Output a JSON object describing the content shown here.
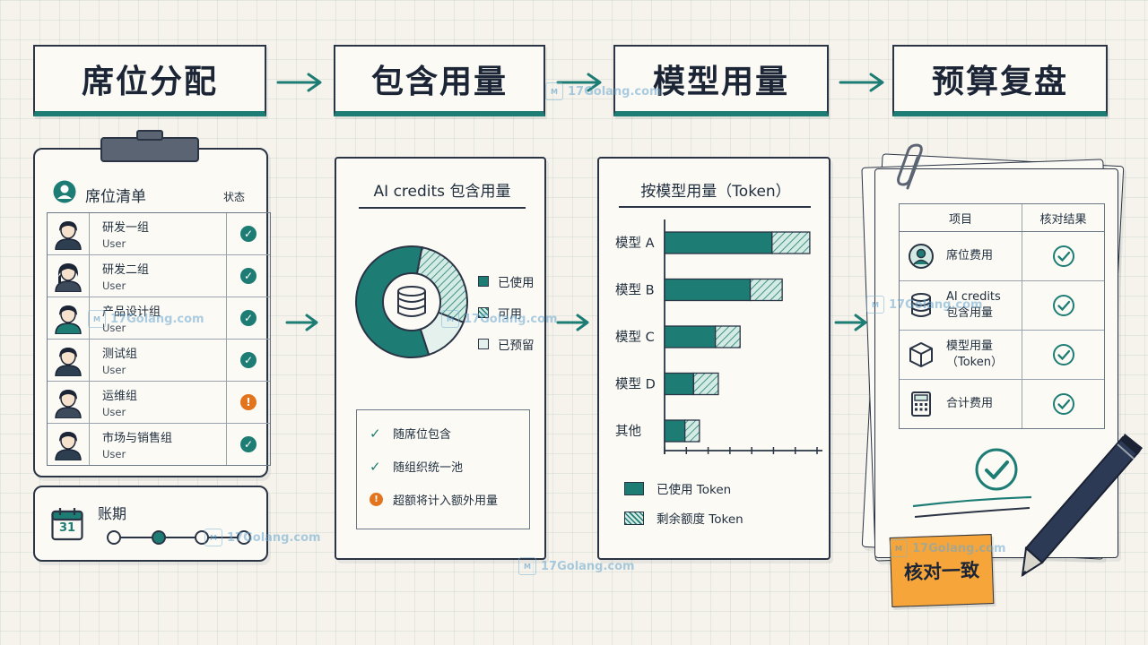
{
  "stages": [
    {
      "label": "席位分配"
    },
    {
      "label": "包含用量"
    },
    {
      "label": "模型用量"
    },
    {
      "label": "预算复盘"
    }
  ],
  "seat_panel": {
    "title": "席位清单",
    "status_header": "状态",
    "rows": [
      {
        "name": "研发一组",
        "role": "User",
        "status": "ok"
      },
      {
        "name": "研发二组",
        "role": "User",
        "status": "ok"
      },
      {
        "name": "产品设计组",
        "role": "User",
        "status": "ok"
      },
      {
        "name": "测试组",
        "role": "User",
        "status": "ok"
      },
      {
        "name": "运维组",
        "role": "User",
        "status": "warning"
      },
      {
        "name": "市场与销售组",
        "role": "User",
        "status": "ok"
      }
    ]
  },
  "billing": {
    "title": "账期",
    "calendar_text": "31"
  },
  "credits_panel": {
    "title": "AI credits 包含用量",
    "donut": {
      "used": 0.58,
      "available": 0.28,
      "reserved": 0.14
    },
    "legend": [
      "已使用",
      "可用",
      "已预留"
    ],
    "notes": [
      {
        "icon": "check",
        "text": "随席位包含"
      },
      {
        "icon": "check",
        "text": "随组织统一池"
      },
      {
        "icon": "warning",
        "text": "超额将计入额外用量"
      }
    ]
  },
  "chart_data": {
    "type": "bar",
    "title": "按模型用量（Token）",
    "categories": [
      "模型 A",
      "模型 B",
      "模型 C",
      "模型 D",
      "其他"
    ],
    "series": [
      {
        "name": "已使用 Token",
        "values": [
          0.74,
          0.59,
          0.35,
          0.2,
          0.14
        ]
      },
      {
        "name": "剩余额度 Token",
        "values": [
          0.26,
          0.22,
          0.17,
          0.17,
          0.1
        ]
      }
    ],
    "xlim": [
      0,
      1.05
    ],
    "legend_position": "bottom"
  },
  "review_panel": {
    "headers": [
      "项目",
      "核对结果"
    ],
    "rows": [
      {
        "icon": "person-icon",
        "label": [
          "席位费用"
        ]
      },
      {
        "icon": "database-icon",
        "label": [
          "AI credits",
          "包含用量"
        ]
      },
      {
        "icon": "cube-icon",
        "label": [
          "模型用量",
          "（Token）"
        ]
      },
      {
        "icon": "calculator-icon",
        "label": [
          "合计费用"
        ]
      }
    ],
    "sticky_note": "核对一致"
  },
  "watermark": "17Golang.com",
  "colors": {
    "teal": "#1d7d74",
    "ink": "#2a3444",
    "warning": "#e3741e",
    "sticky": "#f5a53a"
  }
}
